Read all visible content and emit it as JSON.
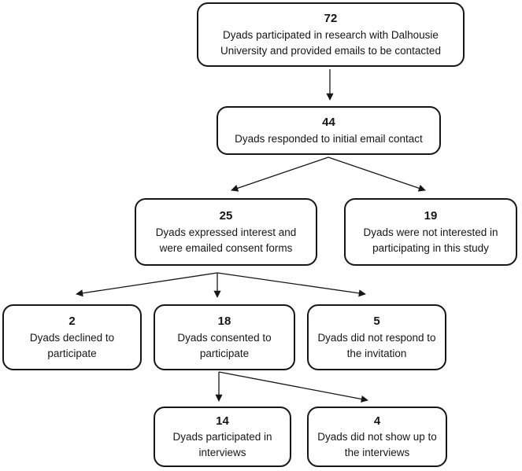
{
  "diagram": {
    "type": "flowchart",
    "colors": {
      "border": "#161616",
      "text": "#161616",
      "arrow": "#161616",
      "background": "#ffffff"
    },
    "nodes": [
      {
        "id": "research-pool",
        "count": "72",
        "label": "Dyads participated in research with Dalhousie University and provided emails to be contacted"
      },
      {
        "id": "responded",
        "count": "44",
        "label": "Dyads responded to initial email contact"
      },
      {
        "id": "interested",
        "count": "25",
        "label": "Dyads expressed interest and were emailed consent forms"
      },
      {
        "id": "not-interested",
        "count": "19",
        "label": "Dyads were not interested in participating in this study"
      },
      {
        "id": "declined",
        "count": "2",
        "label": "Dyads declined to participate"
      },
      {
        "id": "consented",
        "count": "18",
        "label": "Dyads consented to participate"
      },
      {
        "id": "no-response",
        "count": "5",
        "label": "Dyads did not respond to the invitation"
      },
      {
        "id": "interviewed",
        "count": "14",
        "label": "Dyads participated in interviews"
      },
      {
        "id": "no-show",
        "count": "4",
        "label": "Dyads did not show up to the interviews"
      }
    ],
    "edges": [
      {
        "from": "research-pool",
        "to": "responded"
      },
      {
        "from": "responded",
        "to": "interested"
      },
      {
        "from": "responded",
        "to": "not-interested"
      },
      {
        "from": "interested",
        "to": "declined"
      },
      {
        "from": "interested",
        "to": "consented"
      },
      {
        "from": "interested",
        "to": "no-response"
      },
      {
        "from": "consented",
        "to": "interviewed"
      },
      {
        "from": "consented",
        "to": "no-show"
      }
    ]
  }
}
